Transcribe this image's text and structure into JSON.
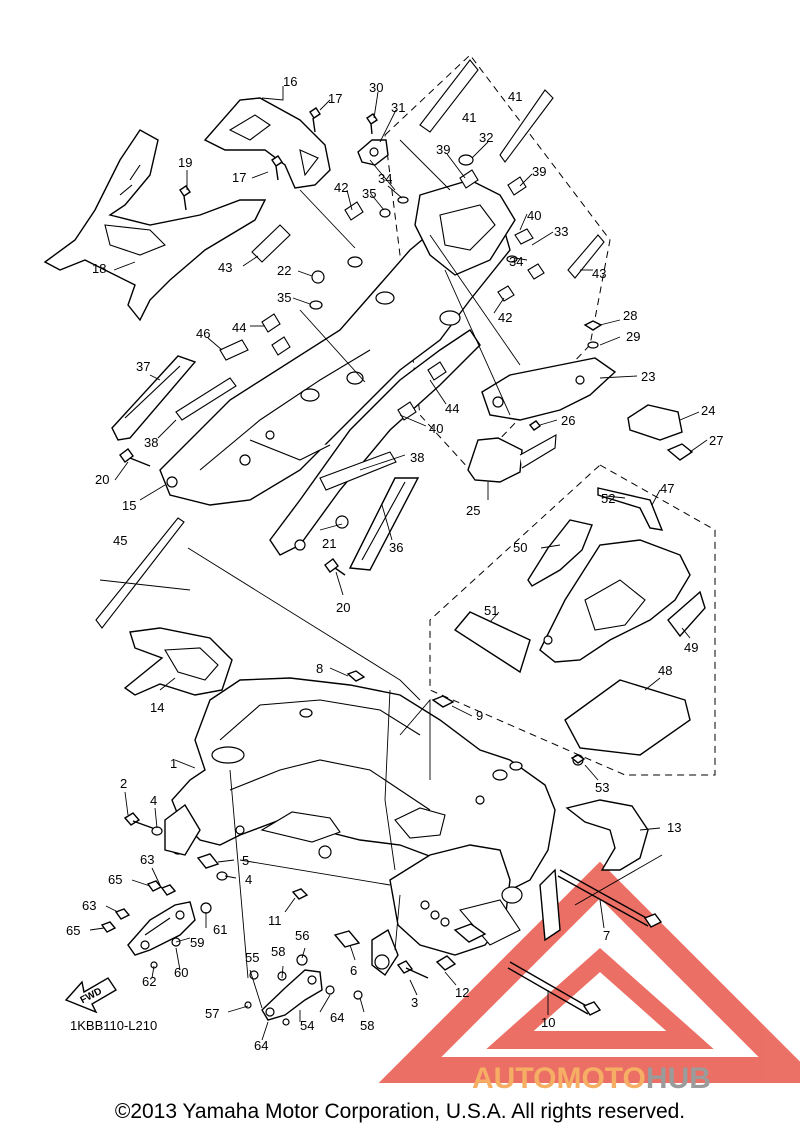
{
  "diagram_code": "1KBB110-L210",
  "fwd_label": "FWD",
  "copyright": "©2013 Yamaha Motor Corporation, U.S.A. All rights reserved.",
  "watermark": {
    "part1": "AUTO",
    "part2": "MOTO",
    "part3": "HUB"
  },
  "colors": {
    "watermark_red": "#e8574a",
    "watermark_orange": "#f4a04a",
    "watermark_gray": "#8a8a8a"
  },
  "callouts": {
    "c1": "1",
    "c2": "2",
    "c3": "3",
    "c4a": "4",
    "c4b": "4",
    "c5": "5",
    "c6": "6",
    "c7": "7",
    "c8": "8",
    "c9": "9",
    "c10": "10",
    "c11": "11",
    "c12": "12",
    "c13": "13",
    "c14": "14",
    "c15": "15",
    "c16": "16",
    "c17a": "17",
    "c17b": "17",
    "c18": "18",
    "c19": "19",
    "c20a": "20",
    "c20b": "20",
    "c21": "21",
    "c22": "22",
    "c23": "23",
    "c24": "24",
    "c25": "25",
    "c26": "26",
    "c27": "27",
    "c28": "28",
    "c29": "29",
    "c30": "30",
    "c31": "31",
    "c32": "32",
    "c33": "33",
    "c34a": "34",
    "c34b": "34",
    "c35a": "35",
    "c35b": "35",
    "c36": "36",
    "c37": "37",
    "c38a": "38",
    "c38b": "38",
    "c39a": "39",
    "c39b": "39",
    "c40a": "40",
    "c40b": "40",
    "c41a": "41",
    "c41b": "41",
    "c42a": "42",
    "c42b": "42",
    "c43a": "43",
    "c43b": "43",
    "c44a": "44",
    "c44b": "44",
    "c45": "45",
    "c46": "46",
    "c47": "47",
    "c48": "48",
    "c49": "49",
    "c50": "50",
    "c51": "51",
    "c52": "52",
    "c53": "53",
    "c54": "54",
    "c55": "55",
    "c56": "56",
    "c57": "57",
    "c58a": "58",
    "c58b": "58",
    "c59": "59",
    "c60": "60",
    "c61": "61",
    "c62": "62",
    "c63a": "63",
    "c63b": "63",
    "c64a": "64",
    "c64b": "64",
    "c65a": "65",
    "c65b": "65"
  }
}
